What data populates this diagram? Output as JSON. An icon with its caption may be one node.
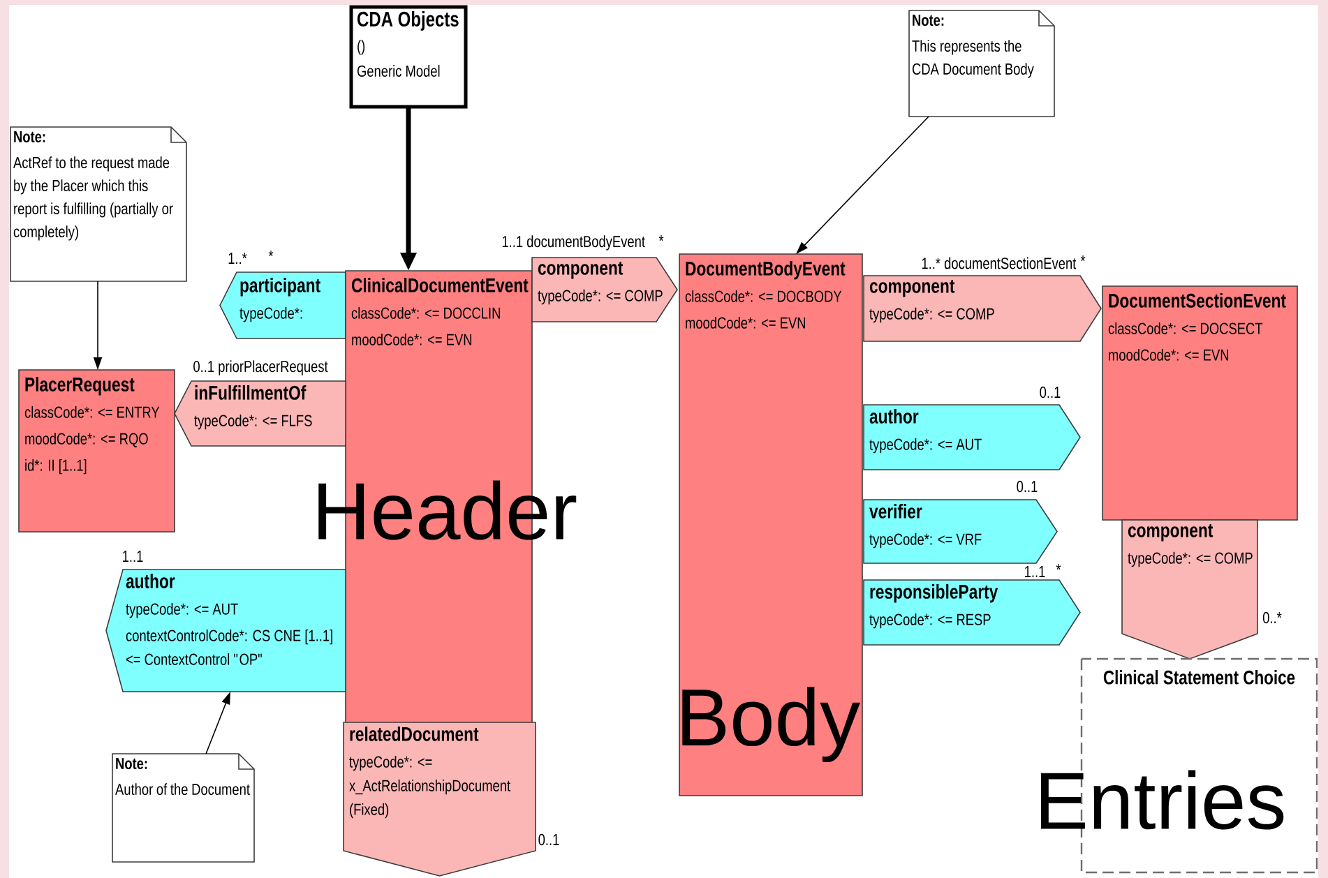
{
  "diagram": {
    "nodes": [
      {
        "text": [
          "CDA Objects",
          "()",
          "Generic Model"
        ]
      },
      {
        "text": [
          "Note:",
          "ActRef to the request made by the Placer which this report is fulfilling (partially or completely)"
        ]
      },
      {
        "text": [
          "Note:",
          "This represents the CDA Document Body"
        ]
      },
      {
        "text": [
          "participant",
          "typeCode*:"
        ],
        "beside": [
          "1..*",
          "*"
        ]
      },
      {
        "text": [
          "ClinicalDocumentEvent",
          "classCode*: <= DOCCLIN",
          "moodCode*: <= EVN"
        ]
      },
      {
        "text": [
          "component",
          "typeCode*: <= COMP"
        ],
        "beside": [
          "1..1 documentBodyEvent",
          "*"
        ]
      },
      {
        "text": [
          "DocumentBodyEvent",
          "classCode*: <= DOCBODY",
          "moodCode*: <= EVN"
        ]
      },
      {
        "text": [
          "PlacerRequest",
          "classCode*: <= ENTRY",
          "moodCode*: <= RQO",
          "id*: II [1..1]"
        ]
      },
      {
        "text": [
          "inFulfillmentOf",
          "typeCode*: <= FLFS"
        ],
        "beside": [
          "0..1 priorPlacerRequest"
        ]
      },
      {
        "text": [
          "component",
          "typeCode*: <= COMP"
        ],
        "beside": [
          "1..* documentSectionEvent",
          "*"
        ]
      },
      {
        "text": [
          "DocumentSectionEvent",
          "classCode*: <= DOCSECT",
          "moodCode*: <= EVN"
        ]
      },
      {
        "text": [
          "author",
          "typeCode*: <= AUT"
        ],
        "beside": [
          "0..1"
        ]
      },
      {
        "text": [
          "verifier",
          "typeCode*: <= VRF"
        ],
        "beside": [
          "0..1"
        ]
      },
      {
        "text": [
          "responsibleParty",
          "typeCode*: <= RESP"
        ]
      },
      {
        "text": [
          "author",
          "typeCode*: <= AUT",
          "contextControlCode*: CS CNE [1..1] <= ContextControl \"OP\""
        ],
        "beside": [
          "1..1"
        ]
      },
      {
        "text": [
          "component",
          "typeCode*: <= COMP"
        ],
        "beside": [
          "0..*"
        ]
      },
      {
        "text": [
          "Clinical Statement Choice"
        ]
      },
      {
        "text": [
          "Note:",
          "Author of the Document"
        ]
      },
      {
        "text": [
          "relatedDocument",
          "typeCode*: <= x_ActRelationshipDocument (Fixed)"
        ],
        "beside": [
          "0..1"
        ]
      }
    ],
    "edges": [
      {
        "from": 0,
        "to": 4,
        "arrow": "to",
        "style": "thick"
      },
      {
        "from": 1,
        "to": 7,
        "arrow": "to"
      },
      {
        "from": 2,
        "to": 6,
        "arrow": "to"
      },
      {
        "from": 17,
        "to": 14,
        "arrow": "to"
      }
    ],
    "labels": [
      "Header",
      "1..1",
      "*",
      "Body",
      "Entries"
    ]
  }
}
